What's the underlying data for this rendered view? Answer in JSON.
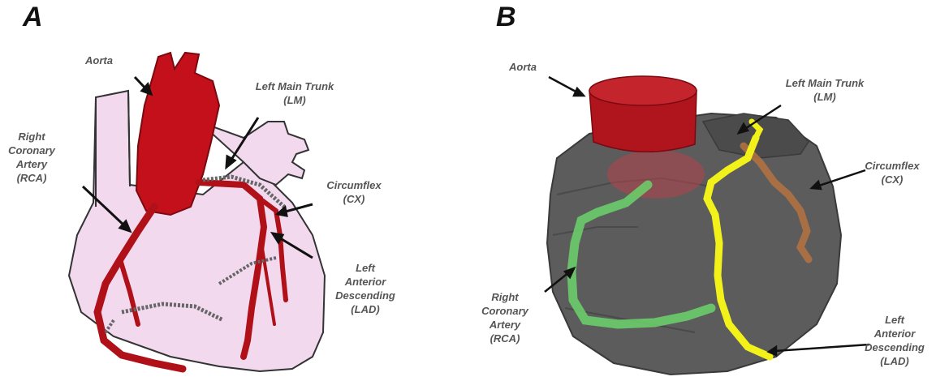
{
  "panel_a": {
    "letter": "A",
    "labels": {
      "aorta": "Aorta",
      "lm_1": "Left Main Trunk",
      "lm_2": "(LM)",
      "rca_1": "Right",
      "rca_2": "Coronary",
      "rca_3": "Artery",
      "rca_4": "(RCA)",
      "cx_1": "Circumflex",
      "cx_2": "(CX)",
      "lad_1": "Left",
      "lad_2": "Anterior",
      "lad_3": "Descending",
      "lad_4": "(LAD)"
    }
  },
  "panel_b": {
    "letter": "B",
    "labels": {
      "aorta": "Aorta",
      "lm_1": "Left Main Trunk",
      "lm_2": "(LM)",
      "cx_1": "Circumflex",
      "cx_2": "(CX)",
      "rca_1": "Right",
      "rca_2": "Coronary",
      "rca_3": "Artery",
      "rca_4": "(RCA)",
      "lad_1": "Left",
      "lad_2": "Anterior",
      "lad_3": "Descending",
      "lad_4": "(LAD)"
    }
  },
  "colors": {
    "heart_pink": "#f3d9ee",
    "artery_red": "#c4101a",
    "heart_gray": "#5c5c5c",
    "rca_green": "#6bd46b",
    "lad_yellow": "#f2f21a",
    "cx_orange": "#b5723f"
  }
}
